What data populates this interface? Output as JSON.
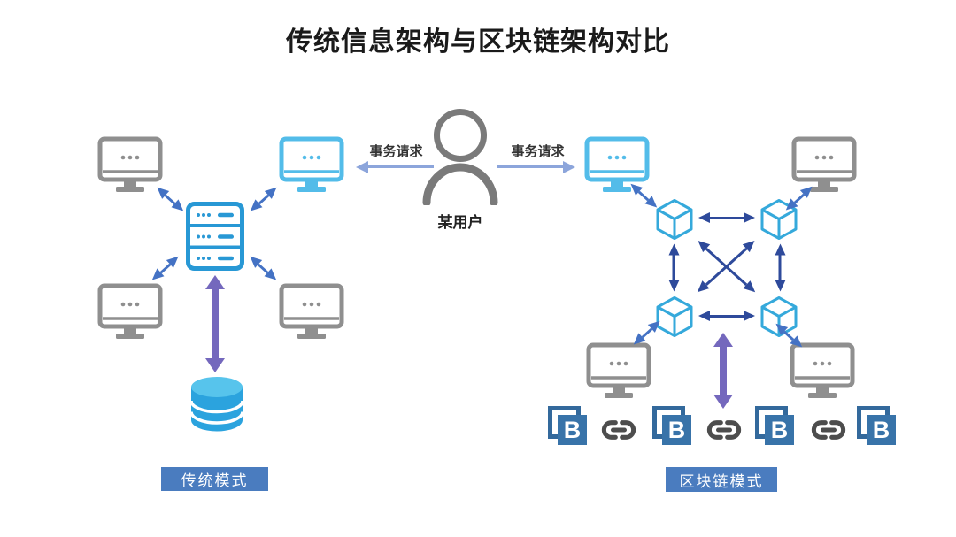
{
  "title": "传统信息架构与区块链架构对比",
  "center": {
    "user_label": "某用户",
    "request_left": "事务请求",
    "request_right": "事务请求"
  },
  "left_panel": {
    "badge": "传统模式",
    "node_count": 4,
    "structure": "centralized: four client computers linked to one central server, server linked down to a single database"
  },
  "right_panel": {
    "badge": "区块链模式",
    "node_count": 4,
    "block_letters": [
      "B",
      "B",
      "B",
      "B"
    ],
    "structure": "decentralized: four peer nodes fully meshed, each node attached to a computer, mesh linked down to a block chain"
  },
  "icons": {
    "person-icon": "user silhouette (circle head + shoulders arc)",
    "monitor-icon": "desktop monitor with three dots",
    "server-icon": "server rack with three slots",
    "database-icon": "blue cylinder database",
    "cube-icon": "3D cube peer node",
    "block-icon": "layered square with letter B",
    "chain-link-icon": "chain link",
    "double-arrow": "bidirectional arrow",
    "purple-double-arrow": "thick bidirectional arrow"
  },
  "colors": {
    "title_text": "#1A1A1A",
    "badge_bg": "#4A7CBF",
    "monitor_gray": "#8F8F8F",
    "monitor_cyan": "#53BCE9",
    "server_blue": "#2898D5",
    "db_body": "#2BA3DE",
    "db_top": "#57C4EC",
    "link_arrow_blue": "#4472C4",
    "mesh_arrow_navy": "#2E4A9B",
    "request_arrow": "#8CA5DB",
    "purple_arrow": "#7468BD",
    "block_blue": "#3873A9",
    "chain_gray": "#4D4D4D",
    "person_gray": "#7A7A7A"
  }
}
